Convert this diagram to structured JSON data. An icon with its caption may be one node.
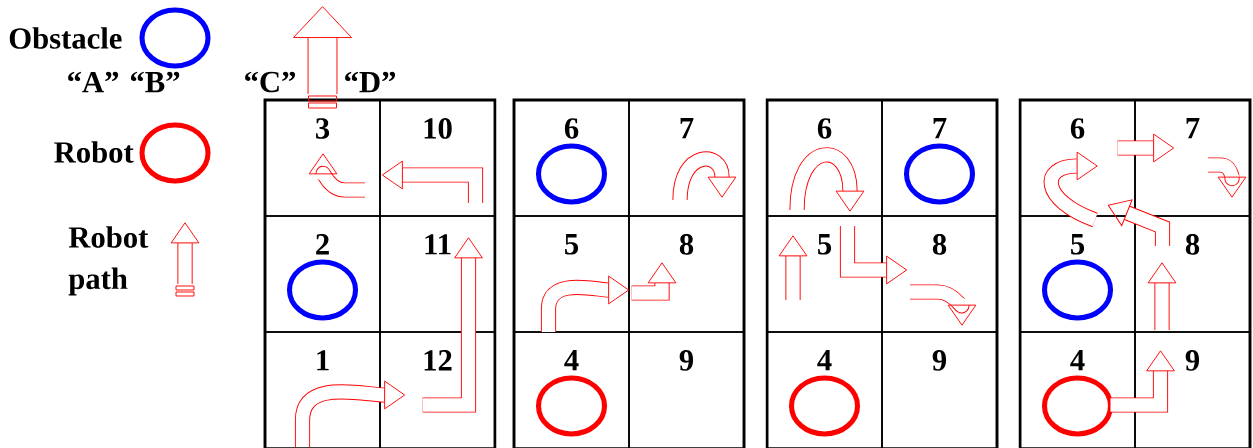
{
  "diagram": {
    "nodes": [
      {
        "text": [
          "3"
        ]
      },
      {
        "text": [
          "10"
        ]
      },
      {
        "text": [
          "2"
        ]
      },
      {
        "text": [
          "11"
        ]
      },
      {
        "text": [
          "1"
        ]
      },
      {
        "text": [
          "12"
        ]
      },
      {
        "text": [
          "6"
        ]
      },
      {
        "text": [
          "7"
        ]
      },
      {
        "text": [
          "5"
        ]
      },
      {
        "text": [
          "8"
        ]
      },
      {
        "text": [
          "4"
        ]
      },
      {
        "text": [
          "9"
        ]
      },
      {
        "text": [
          "6"
        ]
      },
      {
        "text": [
          "7"
        ]
      },
      {
        "text": [
          "5"
        ]
      },
      {
        "text": [
          "8"
        ]
      },
      {
        "text": [
          "4"
        ]
      },
      {
        "text": [
          "9"
        ]
      },
      {
        "text": [
          "6"
        ]
      },
      {
        "text": [
          "7"
        ]
      },
      {
        "text": [
          "5"
        ]
      },
      {
        "text": [
          "8"
        ]
      },
      {
        "text": [
          "4"
        ]
      },
      {
        "text": [
          "9"
        ]
      }
    ],
    "edges": [
      {
        "from": 4,
        "to": 5,
        "arrow": "to"
      },
      {
        "from": 5,
        "to": 3,
        "arrow": "to"
      },
      {
        "from": 1,
        "to": 0,
        "arrow": "to"
      },
      {
        "from": 0,
        "to": null,
        "arrow": "to",
        "style": "thick"
      },
      {
        "from": 8,
        "to": 9,
        "arrow": "to"
      },
      {
        "from": 14,
        "to": 15,
        "arrow": "to"
      },
      {
        "from": 22,
        "to": 23,
        "arrow": "to"
      },
      {
        "from": 21,
        "to": 18,
        "arrow": "to"
      },
      {
        "from": 18,
        "to": 19,
        "arrow": "to"
      },
      {
        "from": 8,
        "to": 9,
        "arrow": "to"
      },
      {
        "from": 20,
        "to": 18,
        "arrow": "to"
      }
    ],
    "labels": [
      "“A”",
      "“B”",
      "“C”",
      "“D”"
    ],
    "legend": [
      {
        "text": "Obstacle"
      },
      {
        "text": "Robot"
      },
      {
        "text": "Robot path"
      }
    ]
  }
}
